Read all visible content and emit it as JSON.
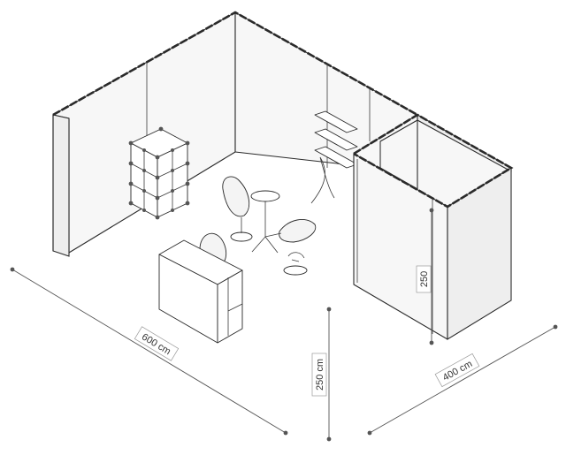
{
  "dimensions": {
    "width": "600 cm",
    "depth": "400 cm",
    "height": "250 cm",
    "storage_height": "250"
  },
  "colors": {
    "line": "#2a2a2a",
    "dimension_line": "#555555",
    "wall_fill": "#f7f7f7",
    "background": "#ffffff"
  }
}
